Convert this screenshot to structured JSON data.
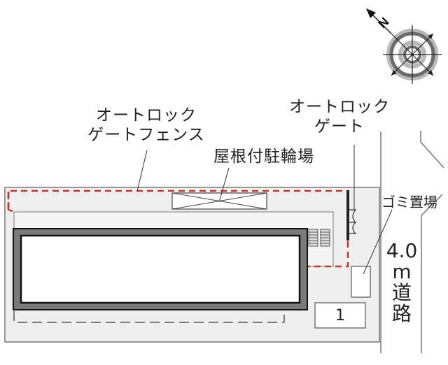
{
  "map_type": "parking site plan",
  "compass": {
    "label": "N",
    "icon": "north-arrow-compass-icon",
    "rotation_deg": -45
  },
  "labels": {
    "autolock_fence": [
      "オートロック",
      "ゲートフェンス"
    ],
    "autolock_gate": [
      "オートロック",
      "ゲート"
    ],
    "covered_bicycle_parking": "屋根付駐輪場",
    "garbage_area": "ゴミ置場",
    "road": {
      "width": "4.0",
      "unit": "m",
      "name_line1": "道",
      "name_line2": "路"
    }
  },
  "parking_spaces": [
    {
      "number": "1"
    }
  ],
  "colors": {
    "lot_fill": "#efefef",
    "outline": "#6e6e6e",
    "building_wall": "#7a7a7a",
    "building_border": "#111111",
    "fence_dashed": "#c0392b",
    "text": "#222222",
    "compass_dark": "#6b6b6b",
    "compass_light": "#b8b8b8"
  }
}
